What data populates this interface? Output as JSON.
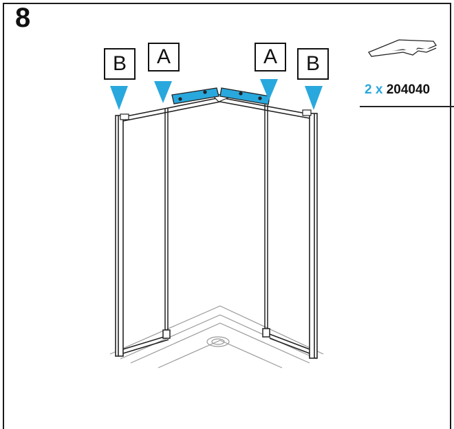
{
  "step": {
    "number": "8"
  },
  "labels": {
    "a": "A",
    "b": "B"
  },
  "parts": {
    "quantity": "2 x",
    "code": "204040"
  },
  "colors": {
    "accent": "#29a8dd",
    "line": "#222222"
  },
  "icons": {
    "part": "cover-cap-icon",
    "arrows": "down-arrow-icon"
  }
}
